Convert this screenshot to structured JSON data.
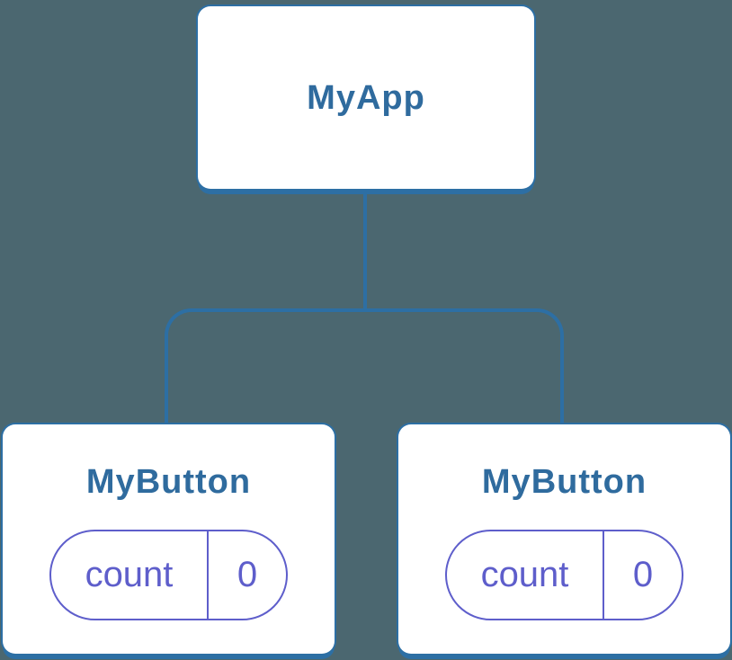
{
  "colors": {
    "background": "#4B6770",
    "node_stroke": "#2D6FA4",
    "node_fill": "#FFFFFF",
    "title_text": "#2F6B9E",
    "state_accent": "#5E5ECB"
  },
  "tree": {
    "root": {
      "label": "MyApp"
    },
    "children": [
      {
        "label": "MyButton",
        "state": {
          "key": "count",
          "value": "0"
        }
      },
      {
        "label": "MyButton",
        "state": {
          "key": "count",
          "value": "0"
        }
      }
    ]
  }
}
